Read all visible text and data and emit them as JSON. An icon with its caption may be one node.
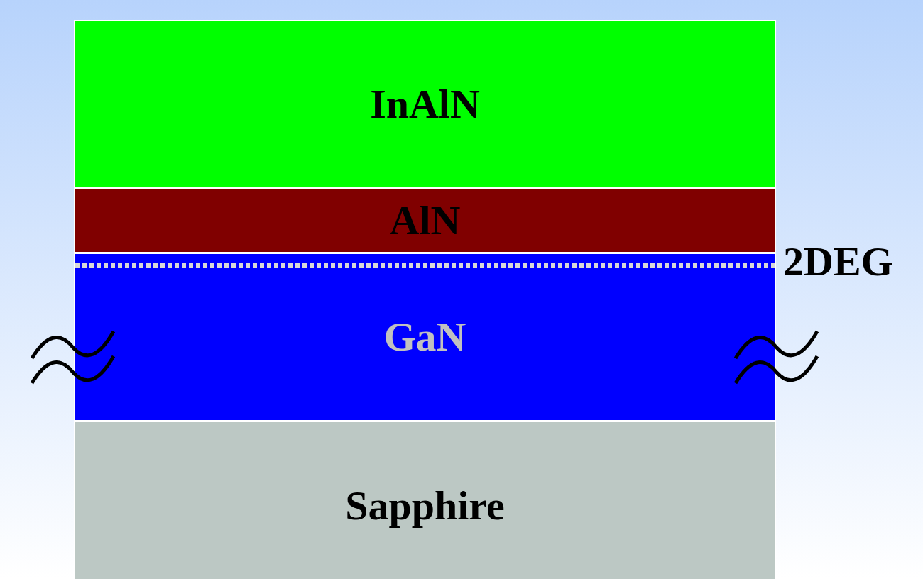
{
  "diagram": {
    "nodes": [
      {
        "text": [
          "InAlN"
        ]
      },
      {
        "text": [
          "AlN"
        ]
      },
      {
        "text": [
          "GaN"
        ]
      },
      {
        "text": [
          "Sapphire"
        ]
      }
    ],
    "labels": [
      "2DEG"
    ]
  }
}
